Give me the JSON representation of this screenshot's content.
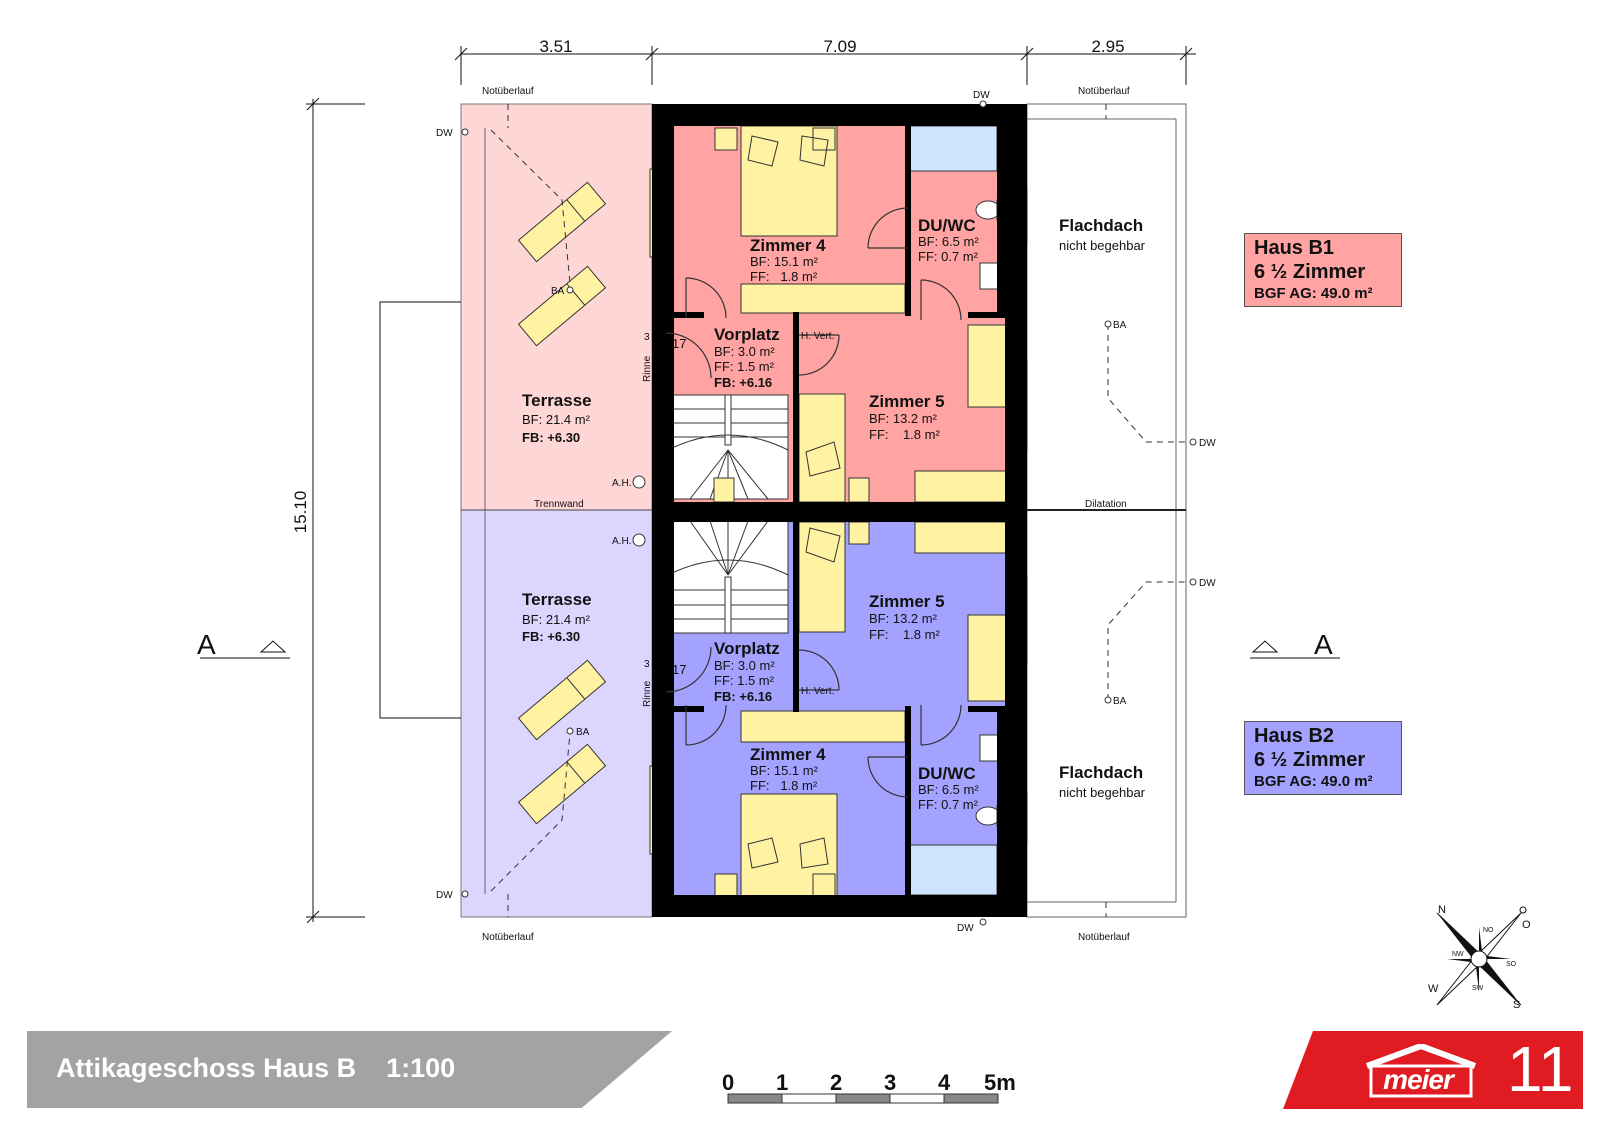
{
  "dimensions": {
    "left_width": "3.51",
    "middle_width": "7.09",
    "right_width": "2.95",
    "height": "15.10"
  },
  "upper": {
    "terrasse": {
      "name": "Terrasse",
      "bf": "BF: 21.4 m²",
      "fb": "FB: +6.30"
    },
    "zimmer4": {
      "name": "Zimmer 4",
      "bf": "BF: 15.1 m²",
      "ff": "FF:   1.8 m²"
    },
    "duwc": {
      "name": "DU/WC",
      "bf": "BF: 6.5 m²",
      "ff": "FF: 0.7 m²"
    },
    "vorplatz": {
      "name": "Vorplatz",
      "bf": "BF: 3.0 m²",
      "ff": "FF: 1.5 m²",
      "fb": "FB: +6.16"
    },
    "zimmer5": {
      "name": "Zimmer 5",
      "bf": "BF: 13.2 m²",
      "ff": "FF:    1.8 m²"
    },
    "flachdach": {
      "name": "Flachdach",
      "note": "nicht begehbar"
    }
  },
  "lower": {
    "terrasse": {
      "name": "Terrasse",
      "bf": "BF: 21.4 m²",
      "fb": "FB: +6.30"
    },
    "zimmer4": {
      "name": "Zimmer 4",
      "bf": "BF: 15.1 m²",
      "ff": "FF:   1.8 m²"
    },
    "duwc": {
      "name": "DU/WC",
      "bf": "BF: 6.5 m²",
      "ff": "FF: 0.7 m²"
    },
    "vorplatz": {
      "name": "Vorplatz",
      "bf": "BF: 3.0 m²",
      "ff": "FF: 1.5 m²",
      "fb": "FB: +6.16"
    },
    "zimmer5": {
      "name": "Zimmer 5",
      "bf": "BF: 13.2 m²",
      "ff": "FF:    1.8 m²"
    },
    "flachdach": {
      "name": "Flachdach",
      "note": "nicht begehbar"
    }
  },
  "labels": {
    "notueberlauf": "Notüberlauf",
    "dw": "DW",
    "ba": "BA",
    "ah": "A.H.",
    "trennwand": "Trennwand",
    "dilatation": "Dilatation",
    "hvert": "H. Vert.",
    "rinne": "Rinne",
    "stair_steps": "17",
    "stair_rise": "3",
    "section_mark": "A"
  },
  "haus_b1": {
    "title": "Haus B1",
    "rooms": "6 ½ Zimmer",
    "bgf": "BGF AG: 49.0 m²",
    "color": "#ffa3a3"
  },
  "haus_b2": {
    "title": "Haus B2",
    "rooms": "6 ½ Zimmer",
    "bgf": "BGF AG: 49.0 m²",
    "color": "#a3a3ff"
  },
  "colors": {
    "terrace_upper": "#ffd6d6",
    "terrace_lower": "#dcd6ff",
    "furniture": "#fff3a3",
    "wall": "#000000",
    "brand_red": "#e11b22",
    "banner_grey": "#a3a3a3"
  },
  "footer": {
    "title": "Attikageschoss Haus B    1:100",
    "scale_labels": [
      "0",
      "1",
      "2",
      "3",
      "4",
      "5m"
    ],
    "brand": "meier",
    "page_number": "11"
  },
  "compass": {
    "n": "N",
    "o": "O",
    "s": "S",
    "w": "W",
    "no": "NO",
    "so": "SO",
    "sw": "SW",
    "nw": "NW"
  }
}
